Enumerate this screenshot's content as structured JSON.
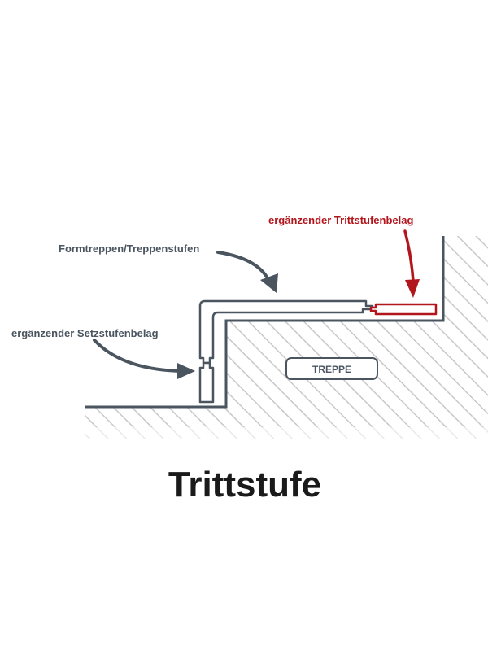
{
  "title": "Trittstufe",
  "labels": {
    "formtreppen": "Formtreppen/Treppenstufen",
    "setzstufenbelag": "ergänzender Setzstufenbelag",
    "trittstufenbelag": "ergänzender Trittstufenbelag",
    "treppe": "TREPPE"
  },
  "colors": {
    "dark": "#4a5560",
    "accent": "#b2161d",
    "hatch": "#c8c8c8"
  }
}
